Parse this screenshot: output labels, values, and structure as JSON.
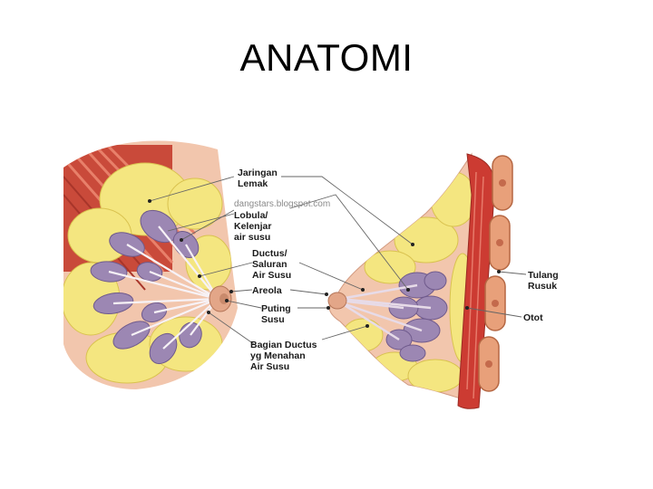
{
  "slide": {
    "title": "ANATOMI"
  },
  "watermark": "dangstars.blogspot.com",
  "labels": {
    "jaringan_lemak": [
      "Jaringan",
      "Lemak"
    ],
    "lobula": [
      "Lobula/",
      "Kelenjar",
      "air susu"
    ],
    "ductus": [
      "Ductus/",
      "Saluran",
      "Air Susu"
    ],
    "areola": [
      "Areola"
    ],
    "puting": [
      "Puting",
      "Susu"
    ],
    "bagian_ductus": [
      "Bagian Ductus",
      "yg Menahan",
      "Air Susu"
    ],
    "tulang_rusuk": [
      "Tulang",
      "Rusuk"
    ],
    "otot": [
      "Otot"
    ]
  },
  "colors": {
    "skin": "#f2c6ad",
    "fat": "#f4e680",
    "lobule": "#9c87b3",
    "muscle": "#cc3b32",
    "rib": "#e8a07a",
    "duct": "#e7dbe8"
  }
}
